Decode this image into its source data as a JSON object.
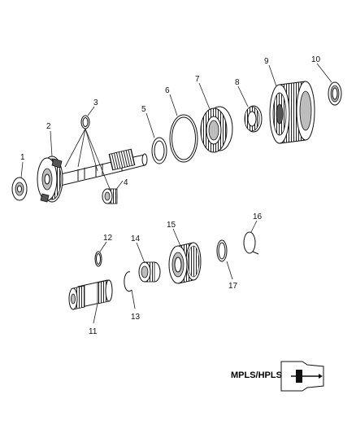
{
  "callouts": {
    "c1": "1",
    "c2": "2",
    "c3": "3",
    "c4": "4",
    "c5": "5",
    "c6": "6",
    "c7": "7",
    "c8": "8",
    "c9": "9",
    "c10": "10",
    "c11": "11",
    "c12": "12",
    "c13": "13",
    "c14": "14",
    "c15": "15",
    "c16": "16",
    "c17": "17"
  },
  "model_tag": "MPLS/HPLS"
}
